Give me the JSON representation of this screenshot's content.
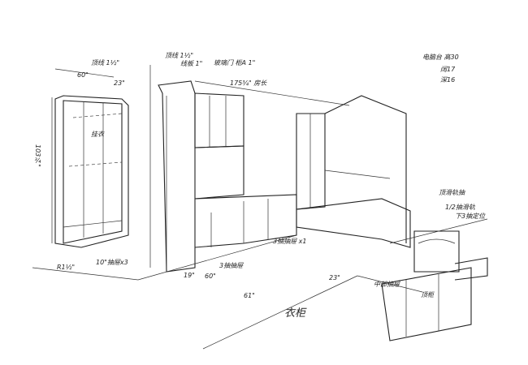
{
  "title": "Bedroom furniture perspective sketch",
  "labels": {
    "wardrobe_width": "60\"",
    "wardrobe_top": "顶线 1½\"",
    "wardrobe_depth": "23\"",
    "wardrobe_height": "103¾\"",
    "wardrobe_shelf": "挂衣",
    "wardrobe_drawers": "10\"抽屉x3",
    "wardrobe_radius": "R1½\"",
    "tall_top": "顶线 1½\"",
    "tall_crown": "线板 1\"",
    "upper_cabinet": "玻璃门 柜A 1\"",
    "wall_length": "175¾\" 房长",
    "desk_width": "19\"",
    "desk_length": "60\"",
    "drawer_note_1": "3抽抽屉",
    "drawer_note_2": "3抽抽屉 x1",
    "floor_length": "61\"",
    "floor_depth": "23\"",
    "floor_title": "衣柜",
    "computer_desk": "电脑台 高30",
    "desk_w": "阔17",
    "desk_d": "深16",
    "top_drawer": "顶滑轨抽",
    "half_drawer": "1/2抽滑轨",
    "lower_drawer": "下3抽定位",
    "middle_drawer": "中部抽屉",
    "bottom_cabinet": "顶柜"
  }
}
